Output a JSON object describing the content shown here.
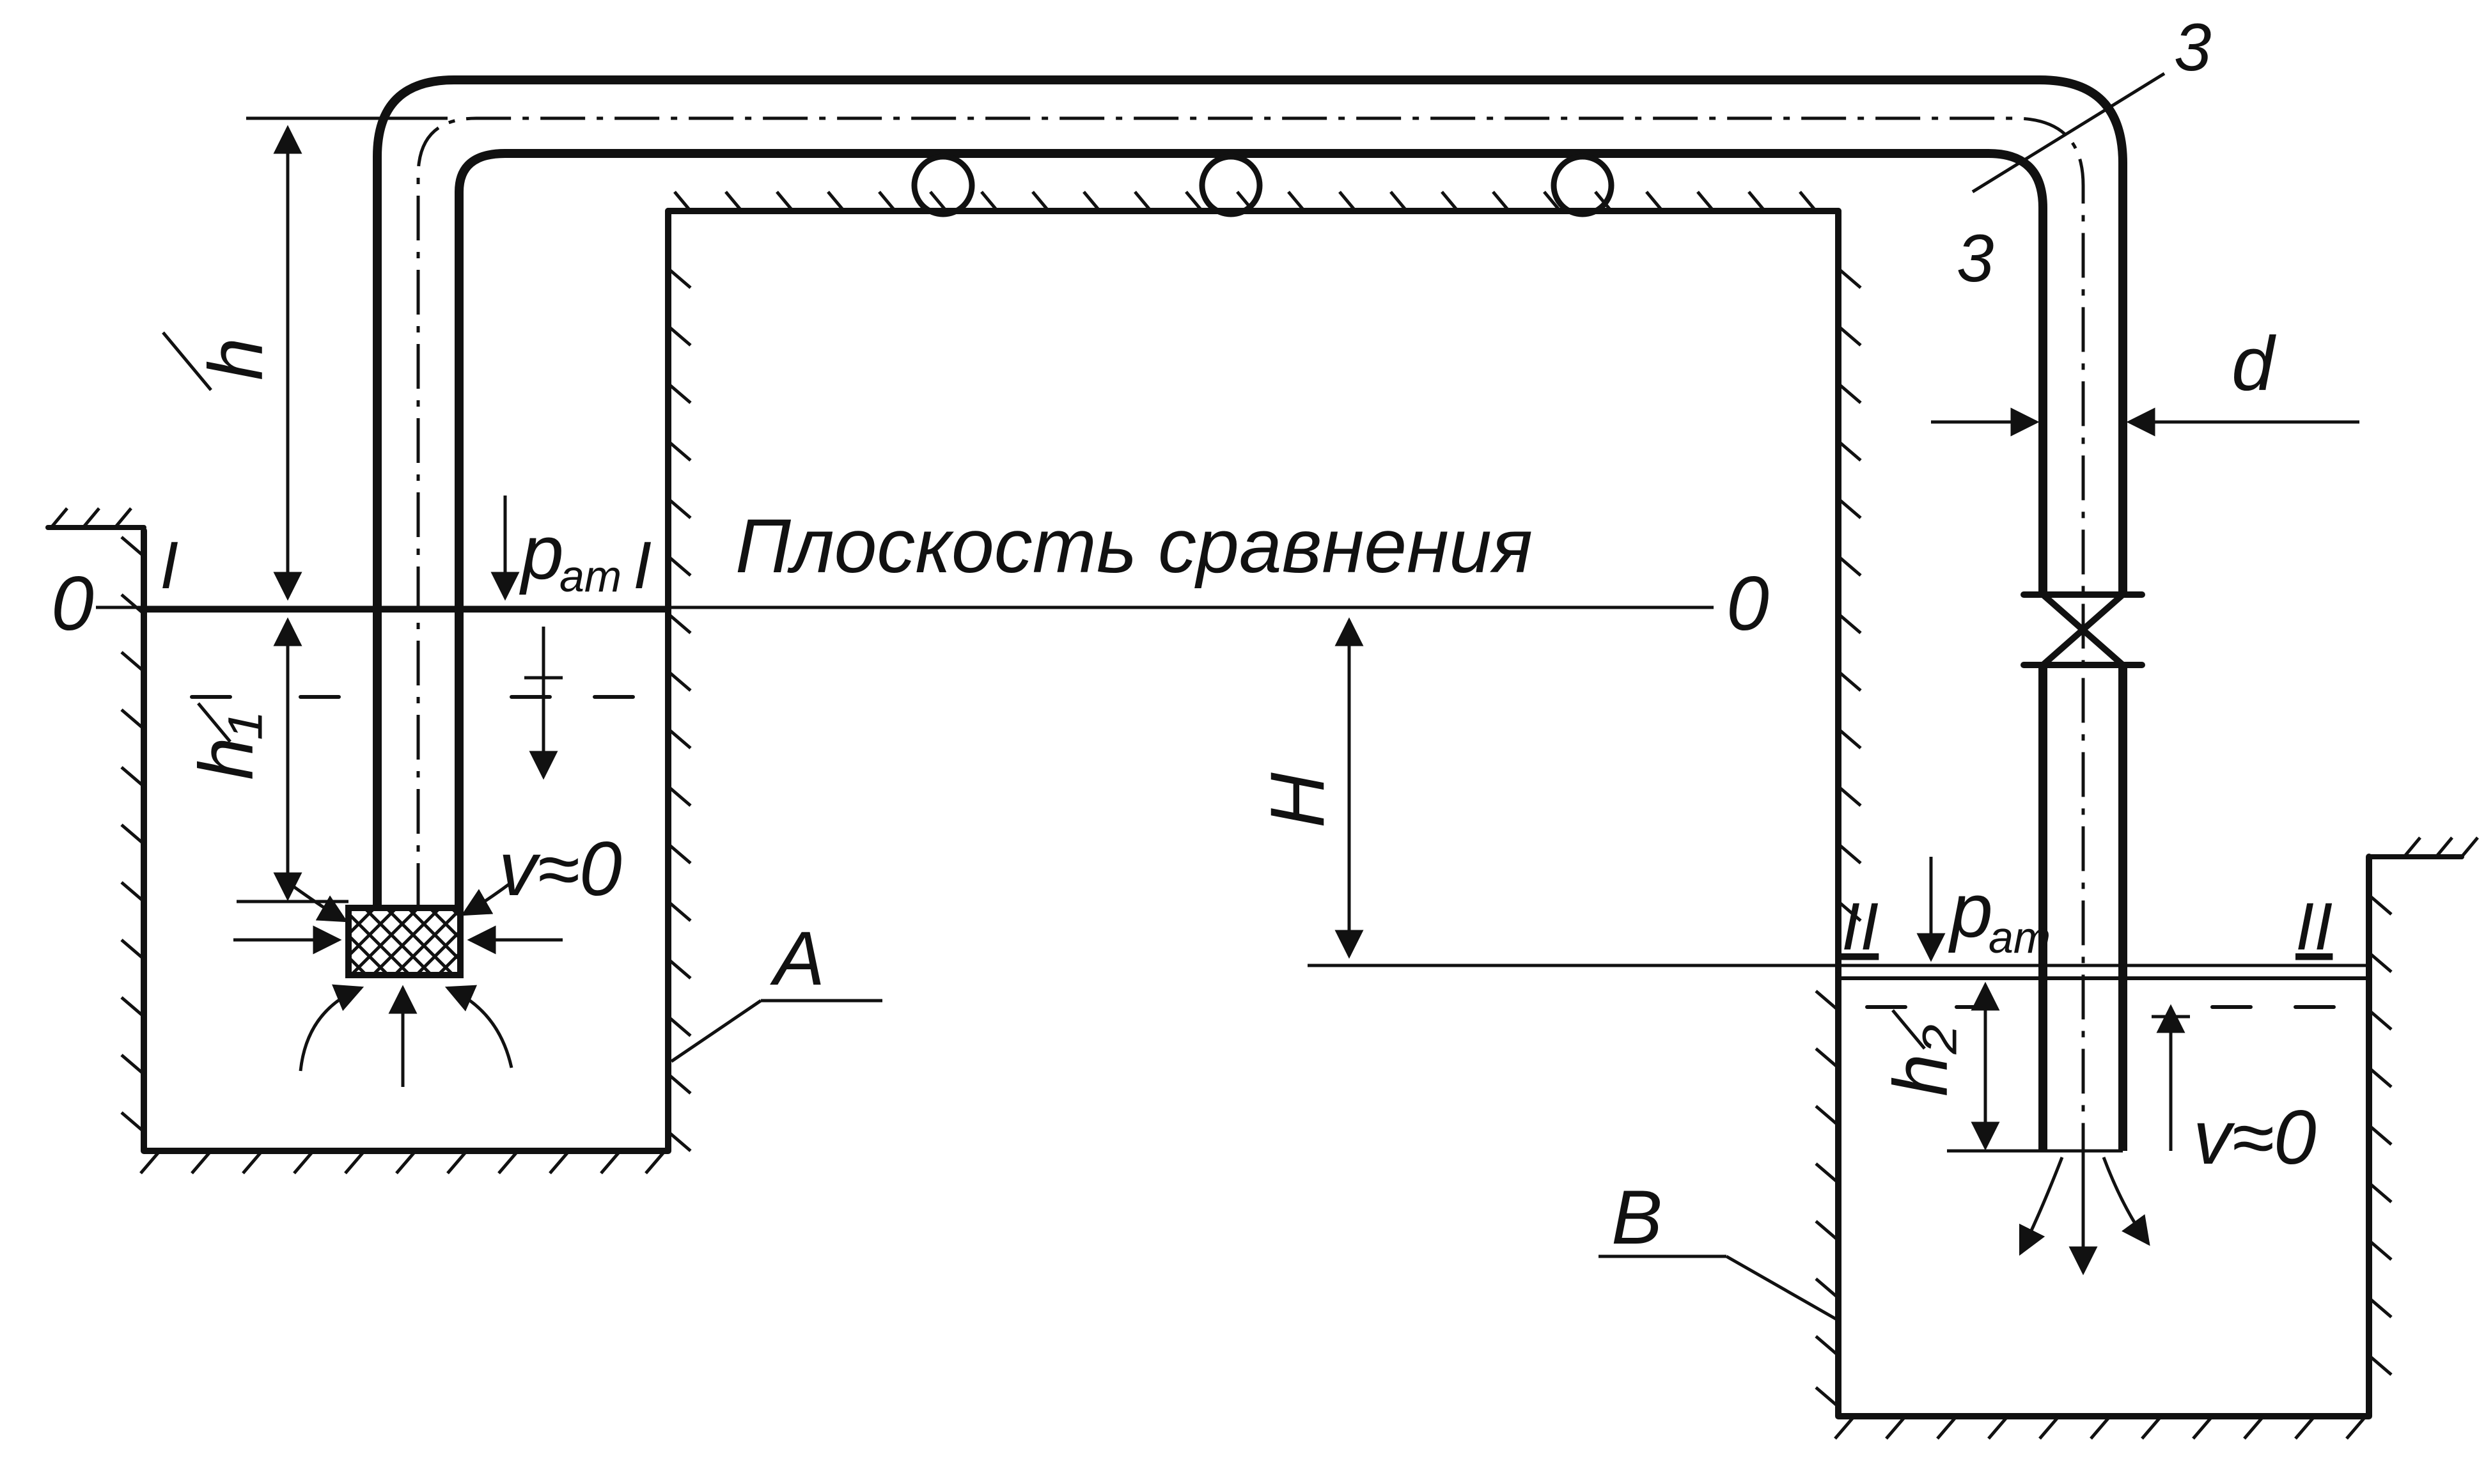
{
  "labels": {
    "plane_caption": "Плоскость сравнения",
    "datum_left": "0",
    "datum_right": "0",
    "section_1_left": "I",
    "section_1_right": "I",
    "section_2_left": "II",
    "section_2_right": "II",
    "section_3_top": "3",
    "section_3_bottom": "3",
    "p_at_symbol": "p",
    "p_at_subscript": "ат",
    "v_zero_left": "v≈0",
    "v_zero_right": "v≈0",
    "tank_a": "A",
    "tank_b": "B",
    "dim_h": "h",
    "dim_h1": "h₁",
    "dim_h2": "h₂",
    "dim_H": "H",
    "dim_d": "d"
  }
}
